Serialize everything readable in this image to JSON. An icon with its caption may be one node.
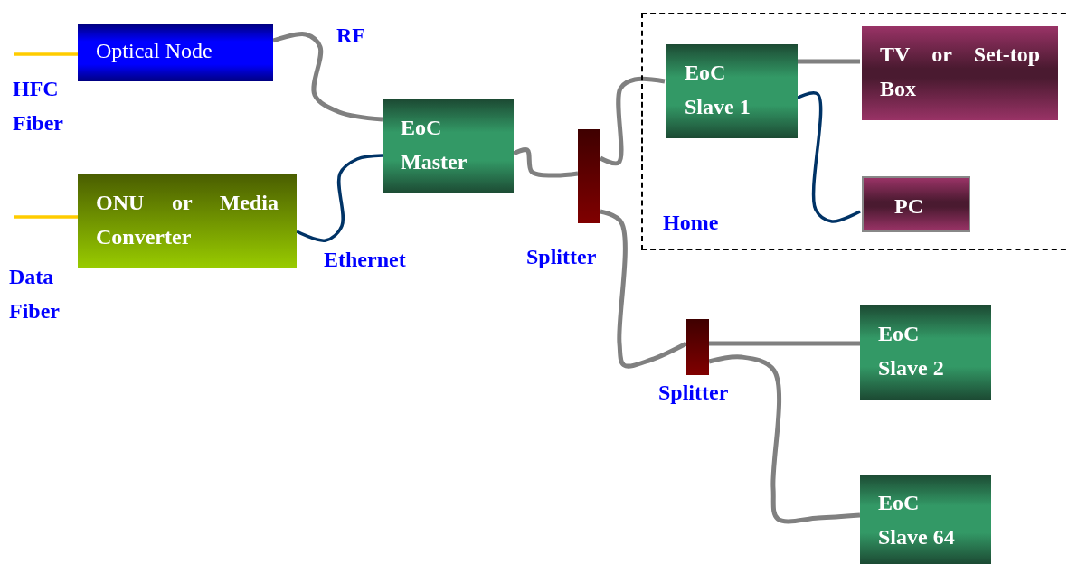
{
  "diagram": {
    "nodes": [
      {
        "text": [
          "Optical Node"
        ]
      },
      {
        "text": [
          "ONU or Media Converter"
        ]
      },
      {
        "text": [
          "EoC Master"
        ]
      },
      {
        "text": [],
        "shape": "bar",
        "beside": [
          "Splitter"
        ]
      },
      {
        "text": [
          "Home"
        ]
      },
      {
        "text": [
          "EoC Slave 1"
        ],
        "in": 4
      },
      {
        "text": [
          "TV or Set-top Box"
        ],
        "in": 4
      },
      {
        "text": [
          "PC"
        ],
        "in": 4
      },
      {
        "text": [],
        "shape": "bar",
        "beside": [
          "Splitter"
        ]
      },
      {
        "text": [
          "EoC Slave 2"
        ]
      },
      {
        "text": [
          "EoC Slave 64"
        ]
      }
    ],
    "edges": [
      {
        "from": null,
        "to": 0,
        "arrow": "none",
        "color": "#ffcc00"
      },
      {
        "from": null,
        "to": 1,
        "arrow": "none",
        "color": "#ffcc00"
      },
      {
        "from": 0,
        "to": 2,
        "arrow": "none",
        "label": "RF"
      },
      {
        "from": 1,
        "to": 2,
        "arrow": "none",
        "label": "Ethernet",
        "color": "#003366"
      },
      {
        "from": 2,
        "to": 3,
        "arrow": "none"
      },
      {
        "from": 3,
        "to": 5,
        "arrow": "none"
      },
      {
        "from": 5,
        "to": 6,
        "arrow": "none"
      },
      {
        "from": 5,
        "to": 7,
        "arrow": "none",
        "color": "#003366"
      },
      {
        "from": 3,
        "to": 8,
        "arrow": "none"
      },
      {
        "from": 8,
        "to": 9,
        "arrow": "none"
      },
      {
        "from": 8,
        "to": 10,
        "arrow": "none"
      }
    ],
    "labels": [
      "HFC Fiber",
      "Data Fiber"
    ]
  }
}
